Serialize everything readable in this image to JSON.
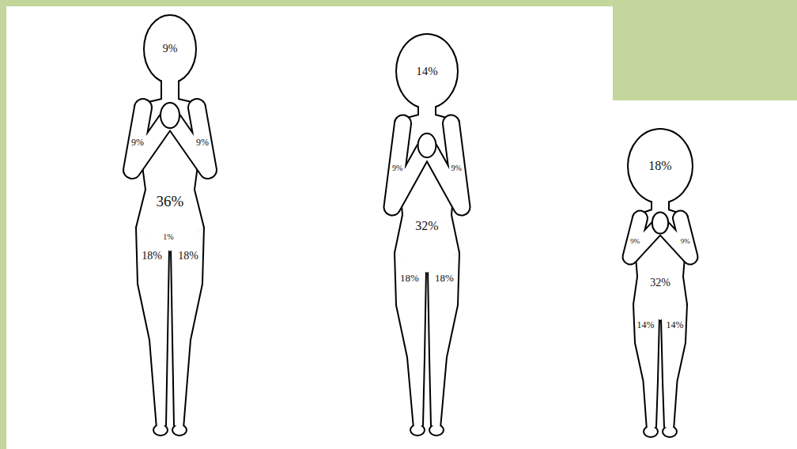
{
  "diagram": {
    "labels": [
      "9%",
      "9%",
      "9%",
      "36%",
      "1%",
      "18%",
      "18%",
      "14%",
      "9%",
      "9%",
      "32%",
      "18%",
      "18%",
      "18%",
      "9%",
      "9%",
      "32%",
      "14%",
      "14%"
    ]
  }
}
